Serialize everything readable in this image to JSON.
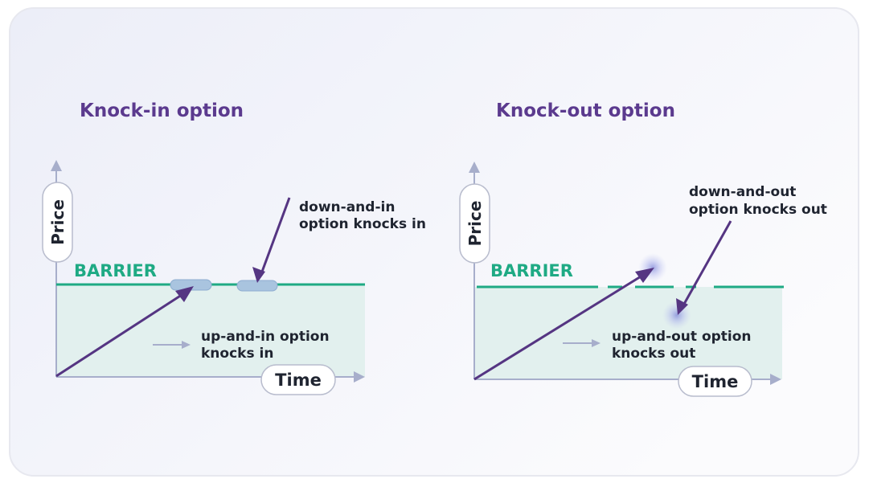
{
  "colors": {
    "title": "#5b3a8e",
    "barrier": "#1faa84",
    "arrow": "#553582",
    "axis": "#a7aecb",
    "zone": "#e2f0ee",
    "marker": "#a9c4df",
    "text": "#1f2430"
  },
  "knock_in": {
    "title": "Knock-in option",
    "y_axis_label": "Price",
    "x_axis_label": "Time",
    "barrier_label": "BARRIER",
    "annotation_down": [
      "down-and-in",
      "option knocks in"
    ],
    "annotation_up": [
      "up-and-in option",
      "knocks in"
    ]
  },
  "knock_out": {
    "title": "Knock-out option",
    "y_axis_label": "Price",
    "x_axis_label": "Time",
    "barrier_label": "BARRIER",
    "annotation_down": [
      "down-and-out",
      "option knocks out"
    ],
    "annotation_up": [
      "up-and-out option",
      "knocks out"
    ]
  }
}
